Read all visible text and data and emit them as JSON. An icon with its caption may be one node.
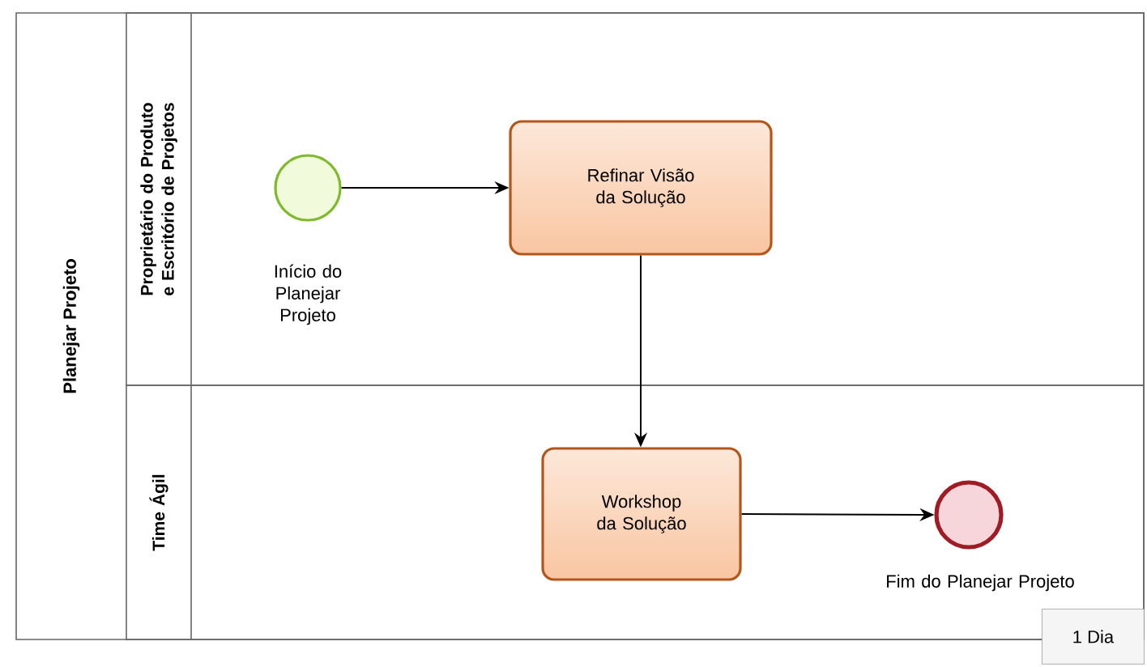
{
  "diagram": {
    "nodes": [
      {
        "text": [
          "Planejar Projeto"
        ]
      },
      {
        "text": [
          "Proprietário do Produto e Escritório de Projetos"
        ],
        "in": 0
      },
      {
        "text": [
          "Time Ágil"
        ],
        "in": 0
      },
      {
        "text": [],
        "shape": "circle",
        "beside": [
          "Início do Planejar Projeto"
        ],
        "in": 1
      },
      {
        "text": [
          "Refinar Visão da Solução"
        ],
        "in": 1
      },
      {
        "text": [
          "Workshop da Solução"
        ],
        "in": 2
      },
      {
        "text": [],
        "shape": "circle",
        "beside": [
          "Fim do Planejar Projeto"
        ],
        "in": 2
      }
    ],
    "edges": [
      {
        "from": 3,
        "to": 4,
        "arrow": "to"
      },
      {
        "from": 4,
        "to": 5,
        "arrow": "to"
      },
      {
        "from": 5,
        "to": 6,
        "arrow": "to"
      }
    ],
    "labels": [
      "1 Dia"
    ]
  }
}
